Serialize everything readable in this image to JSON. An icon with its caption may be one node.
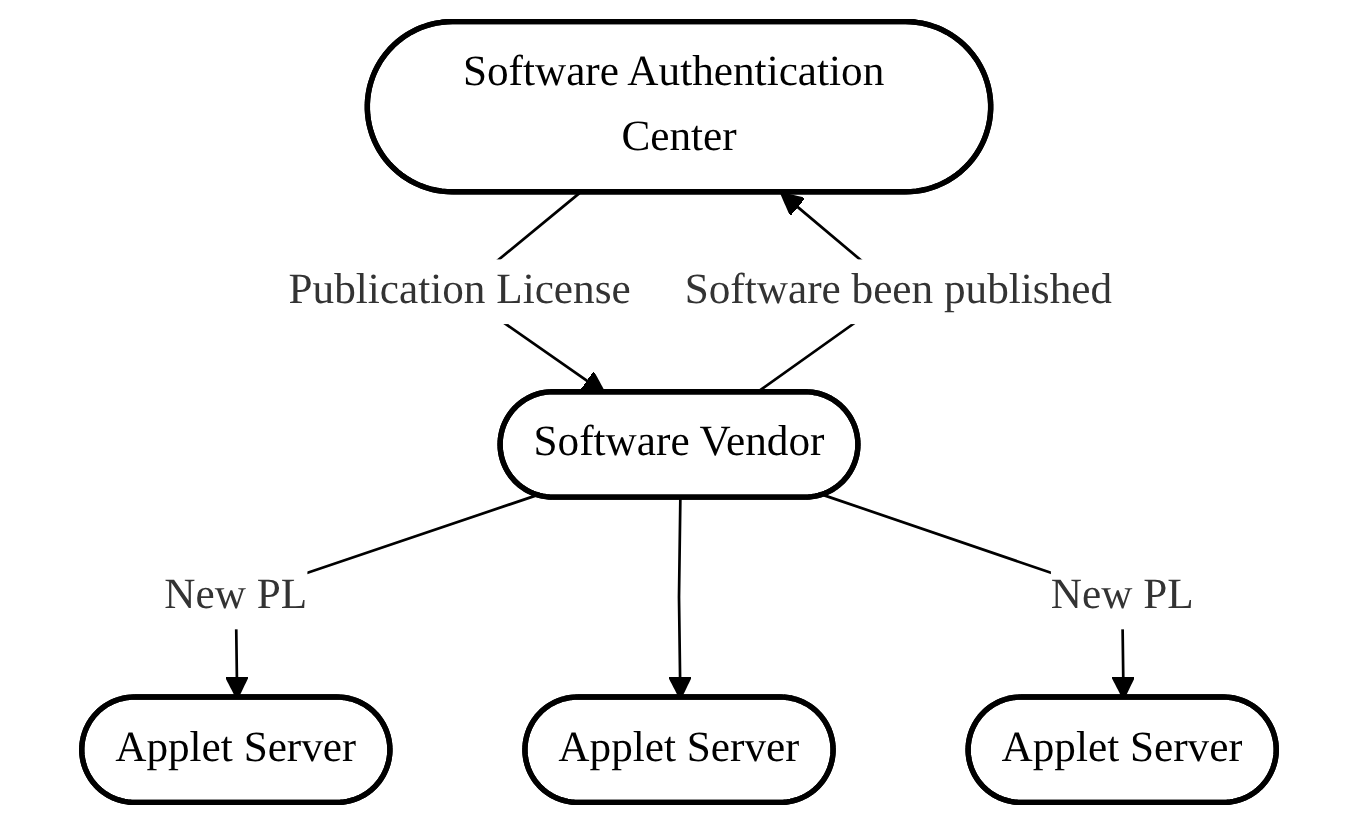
{
  "diagram": {
    "nodes": [
      {
        "text": [
          "Software Authentication Center"
        ]
      },
      {
        "text": [
          "Software Vendor"
        ]
      },
      {
        "text": [
          "Applet Server"
        ]
      },
      {
        "text": [
          "Applet Server"
        ]
      },
      {
        "text": [
          "Applet Server"
        ]
      }
    ],
    "edges": [
      {
        "from": 1,
        "to": 0,
        "arrow": "to",
        "label": "Software been published"
      },
      {
        "from": 0,
        "to": 1,
        "arrow": "to",
        "label": "Publication License"
      },
      {
        "from": 1,
        "to": 2,
        "arrow": "to",
        "label": "New PL"
      },
      {
        "from": 1,
        "to": 4,
        "arrow": "to"
      },
      {
        "from": 1,
        "to": 3,
        "arrow": "to",
        "label": "New PL"
      }
    ]
  }
}
